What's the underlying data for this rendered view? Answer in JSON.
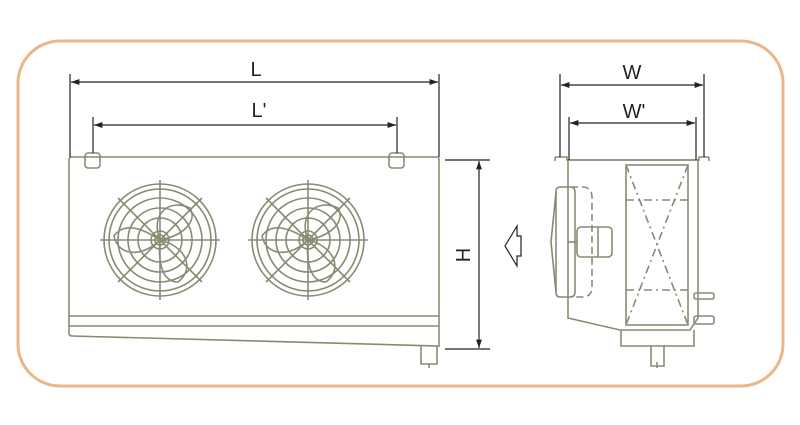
{
  "labels": {
    "length": "L",
    "length_inner": "L'",
    "width": "W",
    "width_inner": "W'",
    "height": "H"
  },
  "colors": {
    "frame_border": "#E9B788",
    "drawing_line": "#8A8A73",
    "dimension_line": "#222222",
    "background": "#FFFFFF"
  },
  "views": [
    "front-view",
    "side-view"
  ],
  "fans": {
    "count": 2
  }
}
